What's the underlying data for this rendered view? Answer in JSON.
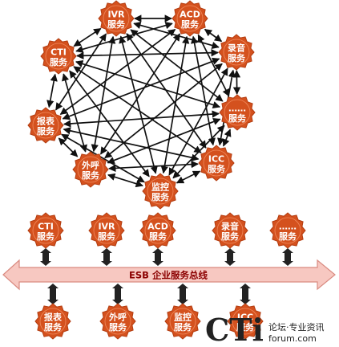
{
  "colors": {
    "node_fill": "#d4511e",
    "node_edge": "#b23c10",
    "link": "#111111",
    "bus_fill": "#f7c8c1",
    "bus_edge": "#d98a80",
    "bus_text": "#8b0000"
  },
  "mesh": {
    "nodes": [
      {
        "id": "ivr",
        "line1": "IVR",
        "line2": "服务"
      },
      {
        "id": "acd",
        "line1": "ACD",
        "line2": "服务"
      },
      {
        "id": "rec",
        "line1": "录音",
        "line2": "服务"
      },
      {
        "id": "etc",
        "line1": "……",
        "line2": "服务"
      },
      {
        "id": "icc",
        "line1": "ICC",
        "line2": "服务"
      },
      {
        "id": "mon",
        "line1": "监控",
        "line2": "服务"
      },
      {
        "id": "out",
        "line1": "外呼",
        "line2": "服务"
      },
      {
        "id": "rpt",
        "line1": "报表",
        "line2": "服务"
      },
      {
        "id": "cti",
        "line1": "CTI",
        "line2": "服务"
      }
    ],
    "links": [
      [
        "ivr",
        "acd"
      ],
      [
        "acd",
        "rec"
      ],
      [
        "rec",
        "etc"
      ],
      [
        "etc",
        "icc"
      ],
      [
        "icc",
        "mon"
      ],
      [
        "mon",
        "out"
      ],
      [
        "out",
        "rpt"
      ],
      [
        "rpt",
        "cti"
      ],
      [
        "cti",
        "ivr"
      ],
      [
        "ivr",
        "rec"
      ],
      [
        "ivr",
        "etc"
      ],
      [
        "ivr",
        "icc"
      ],
      [
        "ivr",
        "mon"
      ],
      [
        "ivr",
        "out"
      ],
      [
        "ivr",
        "rpt"
      ],
      [
        "acd",
        "etc"
      ],
      [
        "acd",
        "icc"
      ],
      [
        "acd",
        "mon"
      ],
      [
        "acd",
        "out"
      ],
      [
        "acd",
        "rpt"
      ],
      [
        "acd",
        "cti"
      ],
      [
        "rec",
        "icc"
      ],
      [
        "rec",
        "mon"
      ],
      [
        "rec",
        "out"
      ],
      [
        "rec",
        "rpt"
      ],
      [
        "rec",
        "cti"
      ],
      [
        "etc",
        "mon"
      ],
      [
        "etc",
        "out"
      ],
      [
        "etc",
        "rpt"
      ],
      [
        "etc",
        "cti"
      ],
      [
        "icc",
        "out"
      ],
      [
        "icc",
        "rpt"
      ],
      [
        "icc",
        "cti"
      ],
      [
        "mon",
        "rpt"
      ],
      [
        "mon",
        "cti"
      ],
      [
        "out",
        "cti"
      ]
    ]
  },
  "bus": {
    "label": "ESB 企业服务总线",
    "top_nodes": [
      {
        "id": "b-cti",
        "line1": "CTI",
        "line2": "服务"
      },
      {
        "id": "b-ivr",
        "line1": "IVR",
        "line2": "服务"
      },
      {
        "id": "b-acd",
        "line1": "ACD",
        "line2": "服务"
      },
      {
        "id": "b-rec",
        "line1": "录音",
        "line2": "服务"
      },
      {
        "id": "b-etc",
        "line1": "……",
        "line2": "服务"
      }
    ],
    "bottom_nodes": [
      {
        "id": "b-rpt",
        "line1": "报表",
        "line2": "服务"
      },
      {
        "id": "b-out",
        "line1": "外呼",
        "line2": "服务"
      },
      {
        "id": "b-mon",
        "line1": "监控",
        "line2": "服务"
      },
      {
        "id": "b-icc",
        "line1": "ICC",
        "line2": "服务"
      }
    ]
  },
  "watermark": {
    "logo": "CTi",
    "tagline": "论坛·专业资讯",
    "site": "forum.com"
  }
}
